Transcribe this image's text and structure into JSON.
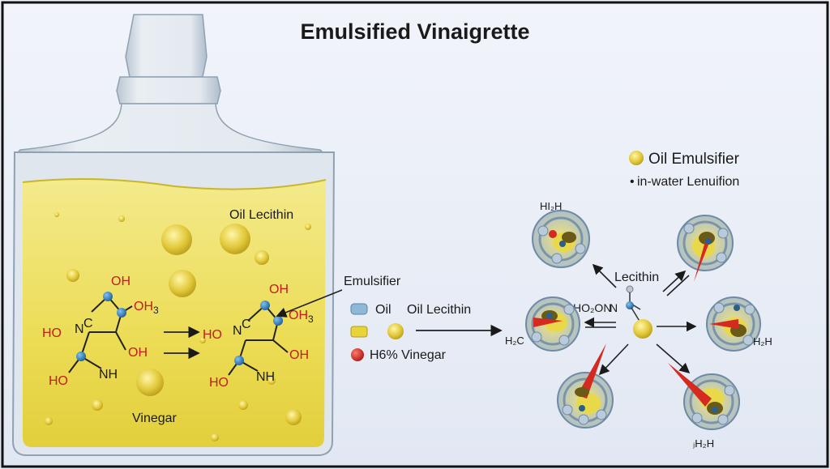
{
  "title": "Emulsified Vinaigrette",
  "bottle": {
    "oil_label": "Oil Lecithin",
    "bottom_label": "Vinegar"
  },
  "molecule_left": {
    "top_oh": "OH",
    "right_oh3": "OH",
    "right_oh3_sub": "3",
    "left_hon": "HO",
    "left_n": "N",
    "c_label": "C",
    "mid_oh": "OH",
    "bottom_ho": "HO",
    "nh": "NH"
  },
  "molecule_right": {
    "top_oh": "OH",
    "right_oh3": "OH",
    "right_oh3_sub": "3",
    "left_hon": "HO",
    "left_n": "N",
    "c_label": "C",
    "mid_oh": "OH",
    "bottom_ho": "HO",
    "nh": "NH",
    "emulsifier_label": "Emulsifier"
  },
  "legend": {
    "items": [
      "Oil",
      "Oil Lecithin",
      "H6% Vinegar"
    ]
  },
  "top_legend": {
    "oil_emulsifier": "Oil Emulsifier",
    "bullet": "•",
    "sub": "in-water Lenuifion"
  },
  "micelle_diagram": {
    "center_label": "HO₂ON",
    "center_n": "N",
    "lecithin": "Lecithin",
    "label_hi2h": "HI₂H",
    "label_h2c": "H₂C",
    "label_h2h_right": "H₂H",
    "label_h2h_bottom": "ⱼH₂H"
  },
  "colors": {
    "background": "#e9eef7",
    "oil": "#e8dc5a",
    "oil_dark": "#b89a1a",
    "blue_atom": "#2a7fc4",
    "red_atom": "#d42a1f",
    "glass": "#c7d4df"
  }
}
